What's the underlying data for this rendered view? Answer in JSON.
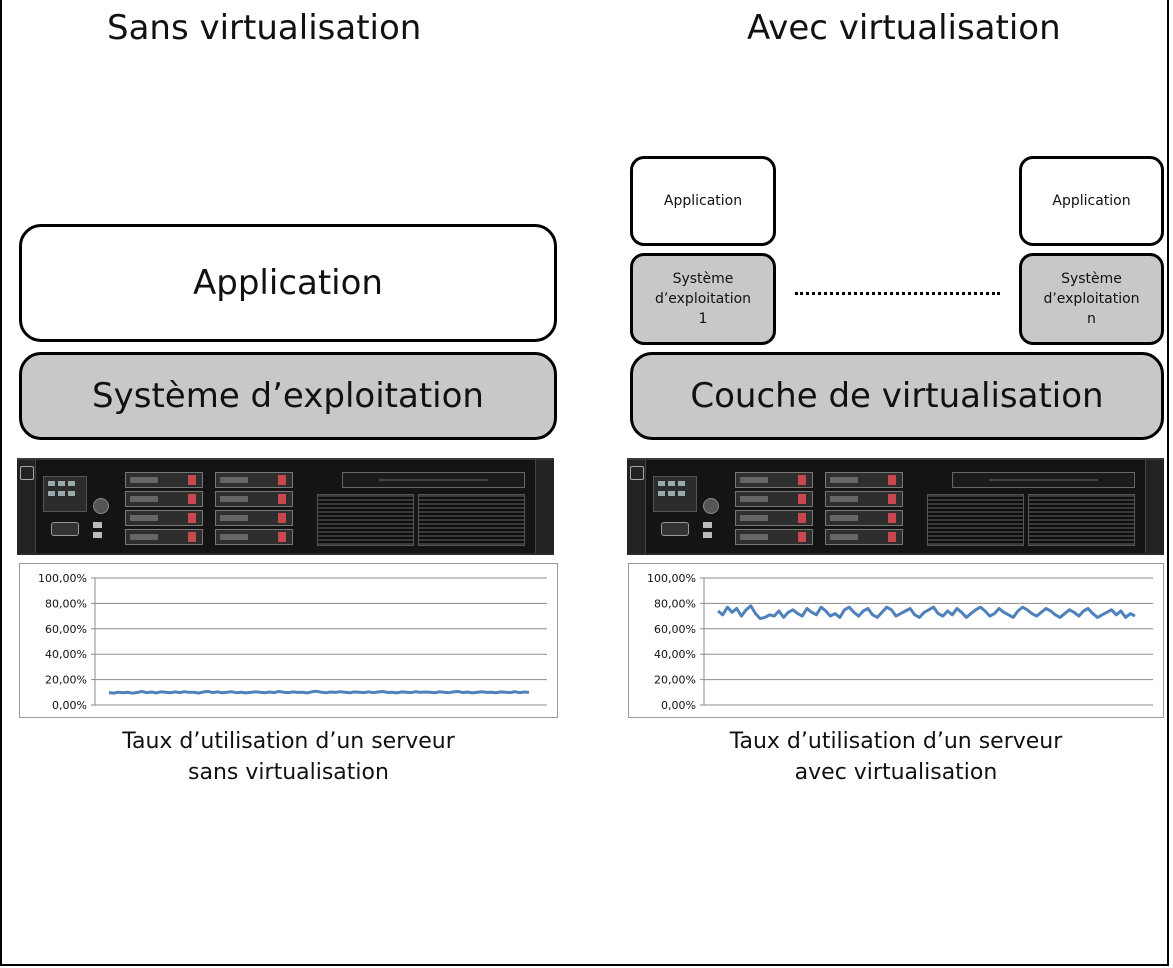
{
  "left": {
    "heading": "Sans virtualisation",
    "application": "Application",
    "os": "Système d’exploitation",
    "caption_line1": "Taux d’utilisation d’un serveur",
    "caption_line2": "sans virtualisation"
  },
  "right": {
    "heading": "Avec virtualisation",
    "app1": "Application",
    "app2": "Application",
    "os1": "Système\nd’exploitation\n1",
    "os2": "Système\nd’exploitation\nn",
    "layer": "Couche de virtualisation",
    "caption_line1": "Taux d’utilisation d’un serveur",
    "caption_line2": "avec virtualisation"
  },
  "chart_data": [
    {
      "type": "line",
      "ylim": [
        0,
        100
      ],
      "yticks": [
        "0,00%",
        "20,00%",
        "40,00%",
        "60,00%",
        "80,00%",
        "100,00%"
      ],
      "grid": true,
      "line_color": "#4f81bd",
      "series": [
        {
          "values": [
            9.8,
            9.4,
            10.1,
            9.6,
            10.0,
            9.3,
            9.9,
            10.6,
            9.7,
            10.2,
            9.5,
            10.4,
            10.0,
            9.6,
            10.3,
            9.8,
            10.5,
            9.9,
            10.1,
            9.4,
            10.2,
            10.7,
            9.8,
            10.3,
            9.6,
            10.0,
            10.5,
            9.7,
            10.1,
            9.5,
            9.9,
            10.4,
            10.0,
            9.6,
            10.2,
            9.8,
            10.6,
            10.1,
            9.7,
            10.3,
            9.9,
            10.0,
            9.5,
            10.4,
            10.8,
            10.1,
            9.7,
            10.2,
            9.9,
            10.5,
            10.0,
            9.6,
            10.3,
            10.1,
            9.8,
            10.4,
            9.7,
            10.2,
            10.6,
            9.9,
            10.0,
            9.5,
            10.3,
            10.1,
            9.8,
            10.5,
            9.9,
            10.2,
            10.0,
            9.6,
            10.4,
            10.1,
            9.7,
            10.3,
            10.6,
            9.8,
            10.2,
            9.5,
            10.0,
            10.4,
            9.9,
            10.1,
            9.6,
            10.3,
            10.0,
            9.8,
            10.5,
            9.7,
            10.2,
            9.9
          ]
        }
      ]
    },
    {
      "type": "line",
      "ylim": [
        0,
        100
      ],
      "yticks": [
        "0,00%",
        "20,00%",
        "40,00%",
        "60,00%",
        "80,00%",
        "100,00%"
      ],
      "grid": true,
      "line_color": "#4f81bd",
      "series": [
        {
          "values": [
            74,
            71,
            77,
            73,
            76,
            70,
            75,
            78,
            72,
            68,
            69,
            71,
            70,
            74,
            69,
            73,
            75,
            72,
            70,
            76,
            73,
            71,
            77,
            74,
            70,
            72,
            69,
            75,
            77,
            73,
            70,
            74,
            76,
            71,
            69,
            73,
            77,
            75,
            70,
            72,
            74,
            76,
            71,
            69,
            73,
            75,
            77,
            72,
            70,
            74,
            71,
            76,
            73,
            69,
            72,
            75,
            77,
            74,
            70,
            72,
            76,
            73,
            71,
            69,
            74,
            77,
            75,
            72,
            70,
            73,
            76,
            74,
            71,
            69,
            72,
            75,
            73,
            70,
            74,
            76,
            72,
            69,
            71,
            73,
            75,
            71,
            74,
            69,
            72,
            70
          ]
        }
      ]
    }
  ]
}
